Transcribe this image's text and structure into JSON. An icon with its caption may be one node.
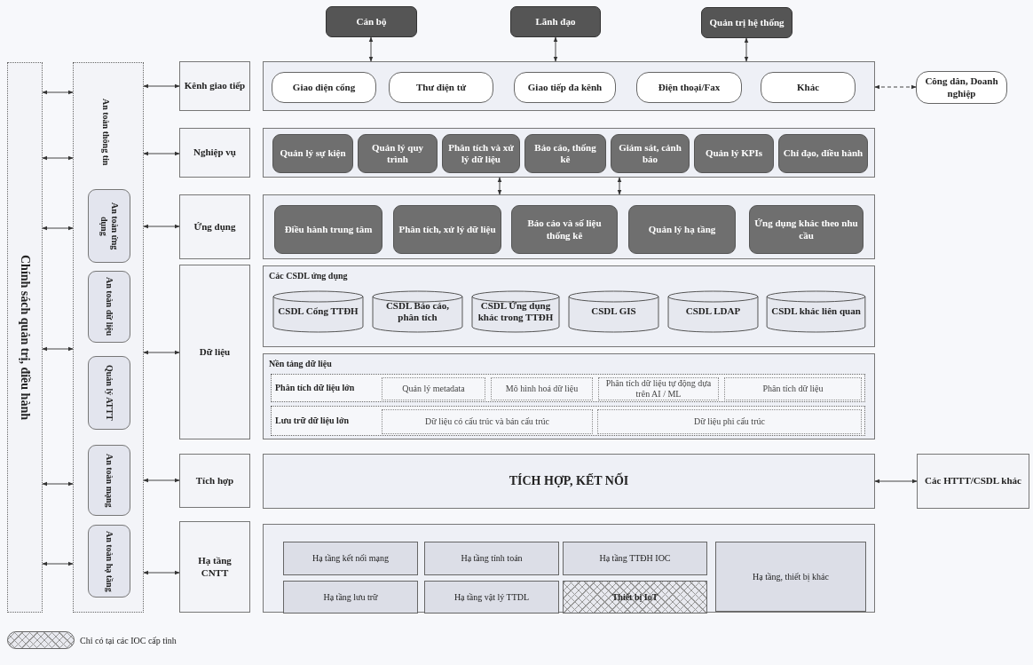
{
  "diagram": {
    "nodes": [
      {
        "text": [
          "Cán bộ"
        ]
      },
      {
        "text": [
          "Lãnh đạo"
        ]
      },
      {
        "text": [
          "Quản trị hệ thống"
        ]
      },
      {
        "text": [
          "Chính sách quản trị, điều hành"
        ]
      },
      {
        "text": [
          "An toàn thông tin"
        ]
      },
      {
        "text": [
          "An toàn ứng dụng"
        ],
        "in": 4
      },
      {
        "text": [
          "An toàn dữ liệu"
        ],
        "in": 4
      },
      {
        "text": [
          "Quản lý ATTT"
        ],
        "in": 4
      },
      {
        "text": [
          "An toàn mạng"
        ],
        "in": 4
      },
      {
        "text": [
          "An toàn hạ tầng"
        ],
        "in": 4
      },
      {
        "text": [
          "Kênh giao tiếp"
        ]
      },
      {
        "text": [],
        "shape": "box"
      },
      {
        "text": [
          "Giao diện cổng"
        ],
        "in": 11
      },
      {
        "text": [
          "Thư điện tử"
        ],
        "in": 11
      },
      {
        "text": [
          "Giao tiếp đa kênh"
        ],
        "in": 11
      },
      {
        "text": [
          "Điện thoại/Fax"
        ],
        "in": 11
      },
      {
        "text": [
          "Khác"
        ],
        "in": 11
      },
      {
        "text": [
          "Công dân, Doanh nghiệp"
        ]
      },
      {
        "text": [
          "Nghiệp vụ"
        ]
      },
      {
        "text": [],
        "shape": "box"
      },
      {
        "text": [
          "Quản lý sự kiện"
        ],
        "in": 19
      },
      {
        "text": [
          "Quản lý quy trình"
        ],
        "in": 19
      },
      {
        "text": [
          "Phân tích và xử lý dữ liệu"
        ],
        "in": 19
      },
      {
        "text": [
          "Báo cáo, thống kê"
        ],
        "in": 19
      },
      {
        "text": [
          "Giám sát, cảnh báo"
        ],
        "in": 19
      },
      {
        "text": [
          "Quản lý KPIs"
        ],
        "in": 19
      },
      {
        "text": [
          "Chỉ đạo, điều hành"
        ],
        "in": 19
      },
      {
        "text": [
          "Ứng dụng"
        ]
      },
      {
        "text": [],
        "shape": "box"
      },
      {
        "text": [
          "Điều hành trung tâm"
        ],
        "in": 28
      },
      {
        "text": [
          "Phân tích, xử lý dữ liệu"
        ],
        "in": 28
      },
      {
        "text": [
          "Báo cáo và số liệu thống kê"
        ],
        "in": 28
      },
      {
        "text": [
          "Quản lý hạ tầng"
        ],
        "in": 28
      },
      {
        "text": [
          "Ứng dụng khác theo nhu cầu"
        ],
        "in": 28
      },
      {
        "text": [
          "Dữ liệu"
        ]
      },
      {
        "text": [
          "Các CSDL ứng dụng"
        ]
      },
      {
        "text": [
          "CSDL Cổng TTĐH"
        ],
        "in": 35
      },
      {
        "text": [
          "CSDL Báo cáo, phân tích"
        ],
        "in": 35
      },
      {
        "text": [
          "CSDL Ứng dụng khác trong TTĐH"
        ],
        "in": 35
      },
      {
        "text": [
          "CSDL GIS"
        ],
        "in": 35
      },
      {
        "text": [
          "CSDL LDAP"
        ],
        "in": 35
      },
      {
        "text": [
          "CSDL khác liên quan"
        ],
        "in": 35
      },
      {
        "text": [
          "Nền tảng dữ liệu"
        ]
      },
      {
        "text": [
          "Phân tích dữ liệu lớn"
        ],
        "in": 42
      },
      {
        "text": [
          "Quản lý metadata"
        ],
        "in": 43
      },
      {
        "text": [
          "Mô hình hoá dữ liệu"
        ],
        "in": 43
      },
      {
        "text": [
          "Phân tích dữ liệu tự động dựa trên AI / ML"
        ],
        "in": 43
      },
      {
        "text": [
          "Phân tích dữ liệu"
        ],
        "in": 43
      },
      {
        "text": [
          "Lưu trữ dữ liệu lớn"
        ],
        "in": 42
      },
      {
        "text": [
          "Dữ liệu có cấu trúc và bán cấu trúc"
        ],
        "in": 48
      },
      {
        "text": [
          "Dữ liệu phi cấu trúc"
        ],
        "in": 48
      },
      {
        "text": [
          "Tích hợp"
        ]
      },
      {
        "text": [
          "TÍCH HỢP, KẾT NỐI"
        ]
      },
      {
        "text": [
          "Các HTTT/CSDL khác"
        ]
      },
      {
        "text": [
          "Hạ tầng CNTT"
        ]
      },
      {
        "text": [],
        "shape": "box"
      },
      {
        "text": [
          "Hạ tầng kết nối mạng"
        ],
        "in": 55
      },
      {
        "text": [
          "Hạ tầng tính toán"
        ],
        "in": 55
      },
      {
        "text": [
          "Hạ tầng TTĐH IOC"
        ],
        "in": 55
      },
      {
        "text": [
          "Hạ tầng, thiết bị khác"
        ],
        "in": 55
      },
      {
        "text": [
          "Hạ tầng lưu trữ"
        ],
        "in": 55
      },
      {
        "text": [
          "Hạ tầng vật lý TTDL"
        ],
        "in": 55
      },
      {
        "text": [
          "Thiết bị IoT"
        ],
        "in": 55
      }
    ],
    "edges": [
      {
        "from": 0,
        "to": 11,
        "arrow": "both"
      },
      {
        "from": 1,
        "to": 11,
        "arrow": "both"
      },
      {
        "from": 2,
        "to": 11,
        "arrow": "both"
      },
      {
        "from": 11,
        "to": 17,
        "arrow": "both",
        "style": "dashed"
      },
      {
        "from": 19,
        "to": 28,
        "arrow": "both"
      },
      {
        "from": 19,
        "to": 28,
        "arrow": "both"
      },
      {
        "from": 52,
        "to": 53,
        "arrow": "both"
      },
      {
        "from": 3,
        "to": 4,
        "arrow": "both"
      },
      {
        "from": 3,
        "to": 4,
        "arrow": "both"
      },
      {
        "from": 3,
        "to": 4,
        "arrow": "both"
      },
      {
        "from": 3,
        "to": 4,
        "arrow": "both"
      },
      {
        "from": 3,
        "to": 4,
        "arrow": "both"
      },
      {
        "from": 3,
        "to": 4,
        "arrow": "both"
      },
      {
        "from": 4,
        "to": 10,
        "arrow": "both"
      },
      {
        "from": 4,
        "to": 18,
        "arrow": "both"
      },
      {
        "from": 4,
        "to": 27,
        "arrow": "both"
      },
      {
        "from": 4,
        "to": 34,
        "arrow": "both"
      },
      {
        "from": 4,
        "to": 51,
        "arrow": "both"
      },
      {
        "from": 4,
        "to": 54,
        "arrow": "both"
      }
    ],
    "legend": [
      {
        "text": "Chỉ có tại các IOC cấp tỉnh"
      }
    ]
  }
}
